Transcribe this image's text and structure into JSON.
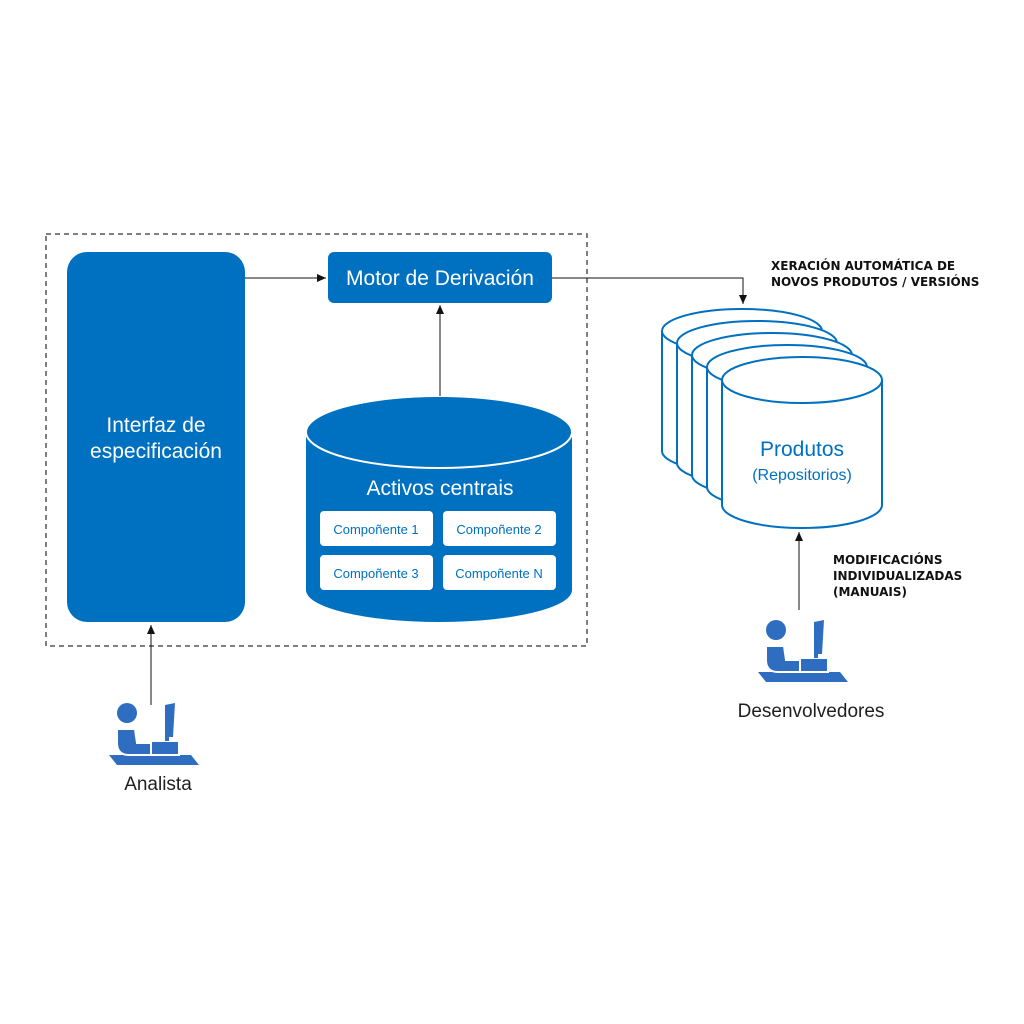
{
  "colors": {
    "primary_blue": "#0070c0",
    "icon_blue": "#2e6dc0",
    "white": "#ffffff",
    "dark_text": "#1f1f1f",
    "dashed_border": "#555555"
  },
  "system_box": {
    "interface_label_line1": "Interfaz de",
    "interface_label_line2": "especificación",
    "engine_label": "Motor de Derivación",
    "core_assets": {
      "title": "Activos centrais",
      "components": [
        "Compoñente 1",
        "Compoñente 2",
        "Compoñente 3",
        "Compoñente N"
      ]
    }
  },
  "products": {
    "title": "Produtos",
    "subtitle": "(Repositorios)"
  },
  "annotations": {
    "auto_gen_line1": "XERACIÓN AUTOMÁTICA DE",
    "auto_gen_line2": "NOVOS PRODUTOS / VERSIÓNS",
    "manual_line1": "MODIFICACIÓNS",
    "manual_line2": "INDIVIDUALIZADAS",
    "manual_line3": "(MANUAIS)"
  },
  "actors": {
    "analyst": {
      "label": "Analista",
      "icon": "person-at-computer-icon"
    },
    "developers": {
      "label": "Desenvolvedores",
      "icon": "person-at-computer-icon"
    }
  }
}
